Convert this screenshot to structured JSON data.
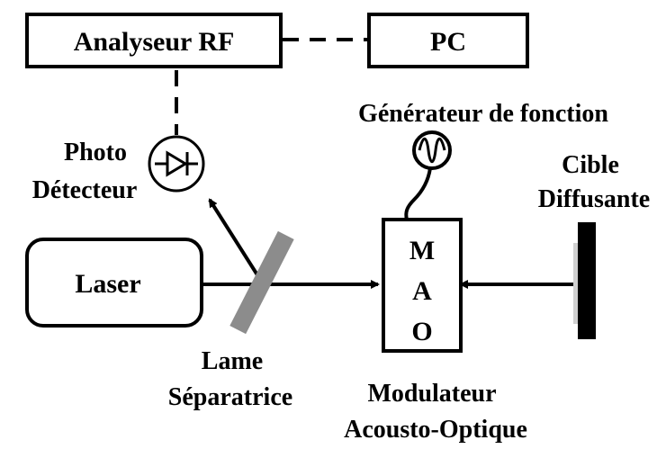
{
  "labels": {
    "analyseur": "Analyseur RF",
    "pc": "PC",
    "generateur": "Générateur de fonction",
    "photo": "Photo",
    "detecteur": "Détecteur",
    "cible": "Cible",
    "diffusante": "Diffusante",
    "laser": "Laser",
    "mao_m": "M",
    "mao_a": "A",
    "mao_o": "O",
    "lame": "Lame",
    "separatrice": "Séparatrice",
    "modulateur": "Modulateur",
    "acousto": "Acousto-Optique"
  },
  "colors": {
    "splitter": "#8c8c8c",
    "target_surface": "#d0d0d0",
    "target_body": "#000000"
  }
}
